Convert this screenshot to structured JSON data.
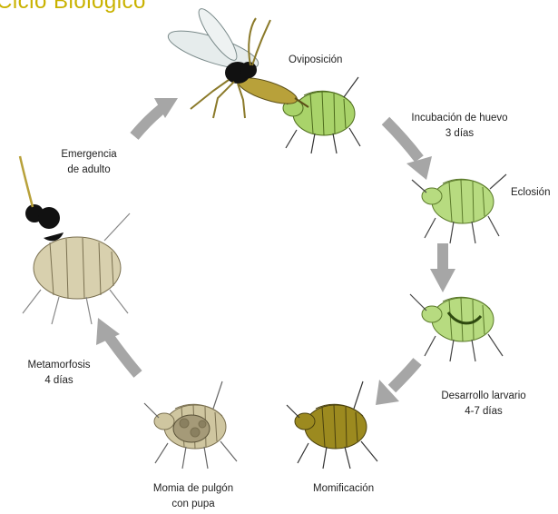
{
  "title": "Ciclo Biológico",
  "stages": {
    "oviposicion": {
      "line1": "Oviposición"
    },
    "incubacion": {
      "line1": "Incubación de huevo",
      "line2": "3 días"
    },
    "eclosion": {
      "line1": "Eclosión"
    },
    "desarrollo": {
      "line1": "Desarrollo larvario",
      "line2": "4-7 días"
    },
    "momificacion": {
      "line1": "Momificación"
    },
    "momia": {
      "line1": "Momia de pulgón",
      "line2": "con pupa"
    },
    "metamorfosis": {
      "line1": "Metamorfosis",
      "line2": "4 días"
    },
    "emergencia": {
      "line1": "Emergencia",
      "line2": "de adulto"
    }
  },
  "colors": {
    "title": "#c9b200",
    "arrow": "#a6a6a6",
    "aphid_green": "#a9d36a",
    "aphid_green_dark": "#6e9a2e",
    "aphid_mummy": "#9c8a1f",
    "aphid_beige": "#cfc6a0",
    "wasp_black": "#111111",
    "wasp_gold": "#b8a13a"
  }
}
